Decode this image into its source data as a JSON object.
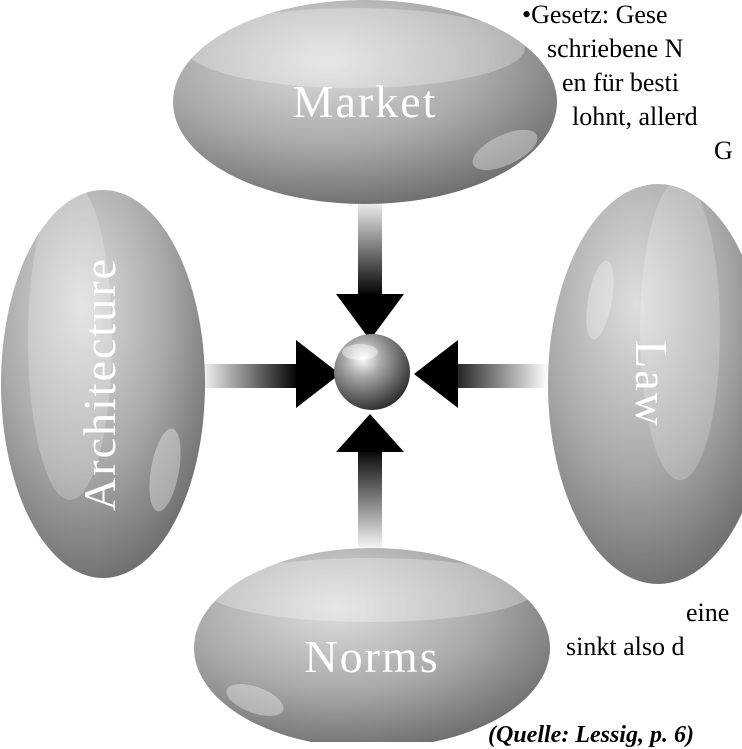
{
  "diagram": {
    "nodes": {
      "top": "Market",
      "left": "Architecture",
      "right": "Law",
      "bottom": "Norms"
    }
  },
  "side_text": {
    "lines": [
      "•Gesetz: Gese",
      "schriebene N",
      "en für besti",
      "lohnt, allerd",
      "G",
      "eine",
      "sinkt also d"
    ],
    "source": "(Quelle: Lessig, p. 6)"
  },
  "colors": {
    "ellipse_light": "#d6d6d6",
    "ellipse_dark": "#6f6f6f",
    "arrow": "#000000",
    "label": "#ffffff"
  }
}
